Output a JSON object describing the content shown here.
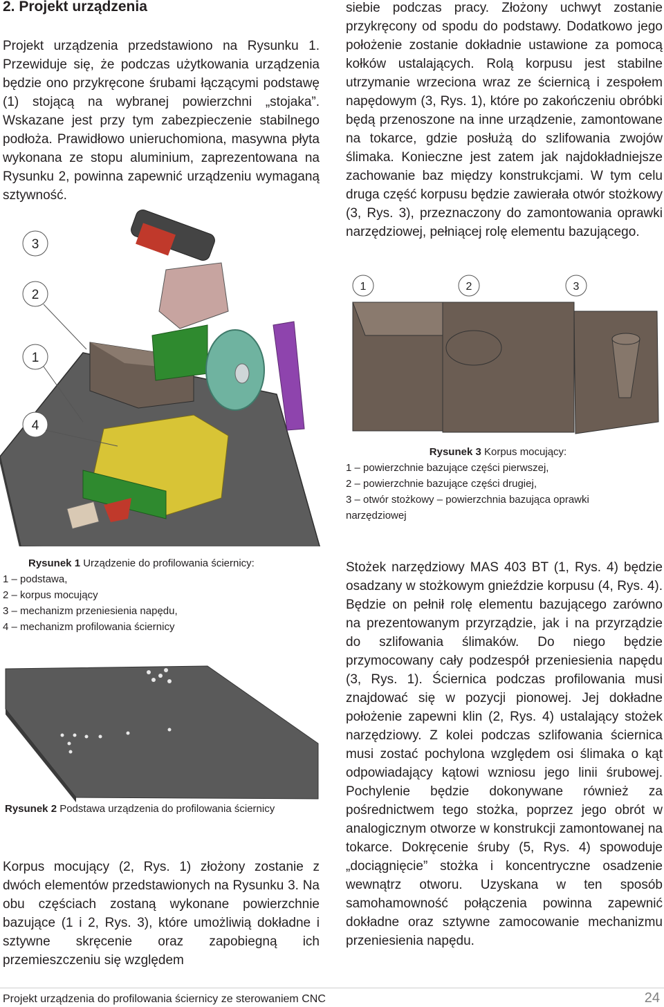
{
  "section_heading": "2. Projekt urządzenia",
  "paragraphs": {
    "left_top": [
      "Projekt urządzenia przedstawiono na Rysunku 1. Przewiduje się, że podczas użytkowania urządzenia będzie ono przykręcone śrubami łączącymi podstawę (1) stojącą na wybranej powierzchni „stojaka”. Wskazane jest przy tym zabezpieczenie stabilnego podłoża. Prawidłowo unieruchomiona, masywna płyta wykonana ze stopu aluminium, zaprezentowana na Rysunku 2, powinna zapewnić urządzeniu wymaganą sztywność."
    ],
    "right_top": [
      "siebie podczas pracy. Złożony uchwyt zostanie przykręcony od spodu do podstawy. Dodatkowo jego położenie zostanie dokładnie ustawione za pomocą kołków ustalających. Rolą korpusu jest stabilne utrzymanie wrzeciona wraz ze ściernicą i zespołem napędowym (3, Rys. 1), które po zakończeniu obróbki będą przenoszone na inne urządzenie, zamontowane na tokarce, gdzie posłużą do szlifowania zwojów ślimaka. Konieczne jest zatem jak najdokładniejsze zachowanie baz między konstrukcjami. W tym celu druga część korpusu będzie zawierała otwór stożkowy (3, Rys. 3), przeznaczony do zamontowania oprawki narzędziowej, pełniącej rolę elementu bazującego."
    ],
    "left_bottom": [
      "Korpus mocujący (2, Rys. 1) złożony zostanie z dwóch elementów przedstawionych na Rysunku 3. Na obu częściach zostaną wykonane powierzchnie bazujące (1 i 2, Rys. 3), które umożliwią dokładne i sztywne skręcenie oraz zapobiegną ich przemieszczeniu się względem"
    ],
    "right_bottom": [
      "Stożek narzędziowy MAS 403 BT (1, Rys. 4) będzie osadzany w stożkowym gnieździe korpusu (4, Rys. 4). Będzie on pełnił rolę elementu bazującego zarówno na prezentowanym przyrządzie, jak i na przyrządzie do szlifowania ślimaków. Do niego będzie przymocowany cały podzespół przeniesienia napędu (3, Rys. 1). Ściernica podczas profilowania musi znajdować się w pozycji pionowej. Jej dokładne położenie zapewni klin (2, Rys. 4) ustalający stożek narzędziowy. Z kolei podczas szlifowania ściernica musi zostać pochylona względem osi ślimaka o kąt odpowiadający kątowi wzniosu jego linii śrubowej. Pochylenie będzie dokonywane również za pośrednictwem tego stożka, poprzez jego obrót w analogicznym otworze w konstrukcji zamontowanej na tokarce. Dokręcenie śruby (5, Rys. 4) spowoduje „dociągnięcie” stożka i koncentryczne osadzenie wewnątrz otworu. Uzyskana w ten sposób samohamowność połączenia powinna zapewnić dokładne oraz sztywne zamocowanie mechanizmu przeniesienia napędu."
    ]
  },
  "figures": {
    "fig1": {
      "callouts": [
        "3",
        "2",
        "1",
        "4"
      ],
      "caption_label": "Rysunek 1",
      "caption_text": " Urządzenie do profilowania ściernicy:",
      "caption_items": [
        "1 – podstawa,",
        "2 – korpus mocujący",
        "3 – mechanizm przeniesienia napędu,",
        "4 – mechanizm profilowania ściernicy"
      ]
    },
    "fig2": {
      "caption_label": "Rysunek 2",
      "caption_text": " Podstawa urządzenia do profilowania ściernicy"
    },
    "fig3": {
      "callouts": [
        "1",
        "2",
        "3"
      ],
      "caption_label": "Rysunek 3",
      "caption_text": " Korpus mocujący:",
      "caption_items": [
        "1 – powierzchnie bazujące części pierwszej,",
        "2 – powierzchnie bazujące części drugiej,",
        "3 – otwór stożkowy – powierzchnia bazująca oprawki narzędziowej"
      ]
    }
  },
  "footer": {
    "title": "Projekt urządzenia do profilowania ściernicy ze sterowaniem CNC",
    "page_number": "24"
  },
  "colors": {
    "text": "#231f20",
    "plate": "#5c5c5c",
    "block_brown": "#6b5d53",
    "motor_red": "#c0392b",
    "carriage_yellow": "#d8c436",
    "carriage_green": "#2f8a2f",
    "wheel_teal": "#6fb3a0",
    "bracket_purple": "#8e44ad"
  }
}
